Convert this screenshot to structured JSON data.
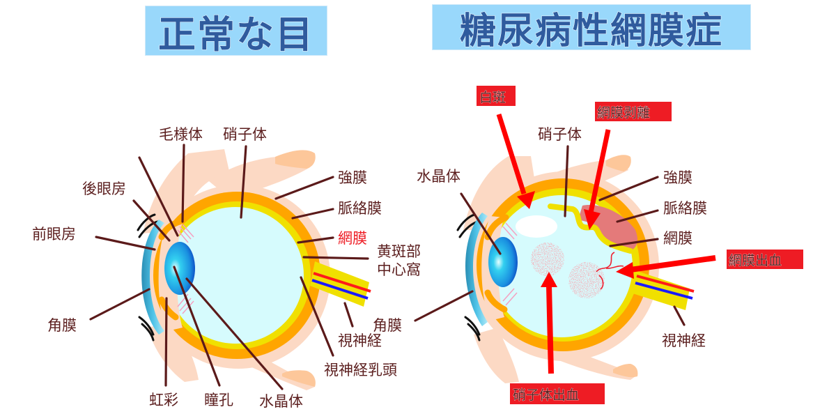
{
  "titles": {
    "normal": "正常な目",
    "diabetic": "糖尿病性網膜症"
  },
  "normal_eye": {
    "labels": {
      "ciliary_body": "毛様体",
      "vitreous": "硝子体",
      "posterior_chamber": "後眼房",
      "anterior_chamber": "前眼房",
      "sclera": "強膜",
      "choroid": "脈絡膜",
      "retina": "網膜",
      "macula_line1": "黄斑部",
      "macula_line2": "中心窩",
      "optic_nerve": "視神経",
      "optic_disc": "視神経乳頭",
      "cornea": "角膜",
      "iris": "虹彩",
      "pupil": "瞳孔",
      "lens": "水晶体"
    },
    "highlight_color": "#ee1c24"
  },
  "diabetic_eye": {
    "labels": {
      "lens": "水晶体",
      "vitreous": "硝子体",
      "sclera": "強膜",
      "choroid": "脈絡膜",
      "retina": "網膜",
      "cornea": "角膜",
      "optic_nerve": "視神経"
    },
    "findings": {
      "exudate": "白斑",
      "retinal_detachment": "網膜剥離",
      "retinal_hemorrhage": "網膜出血",
      "vitreous_hemorrhage": "硝子体出血"
    },
    "finding_color": "#ee1c24"
  },
  "colors": {
    "title_bg": "#99d8fb",
    "title_text": "#2f5b9e",
    "label_text": "#5b1e1e",
    "sclera": "#ffa500",
    "retina": "#f0e000",
    "vitreous": "#d6fbfd",
    "skin": "#fcd9c4",
    "lens": "#1e90e0",
    "artery": "#ff1a1a",
    "vein": "#1a1aff"
  }
}
